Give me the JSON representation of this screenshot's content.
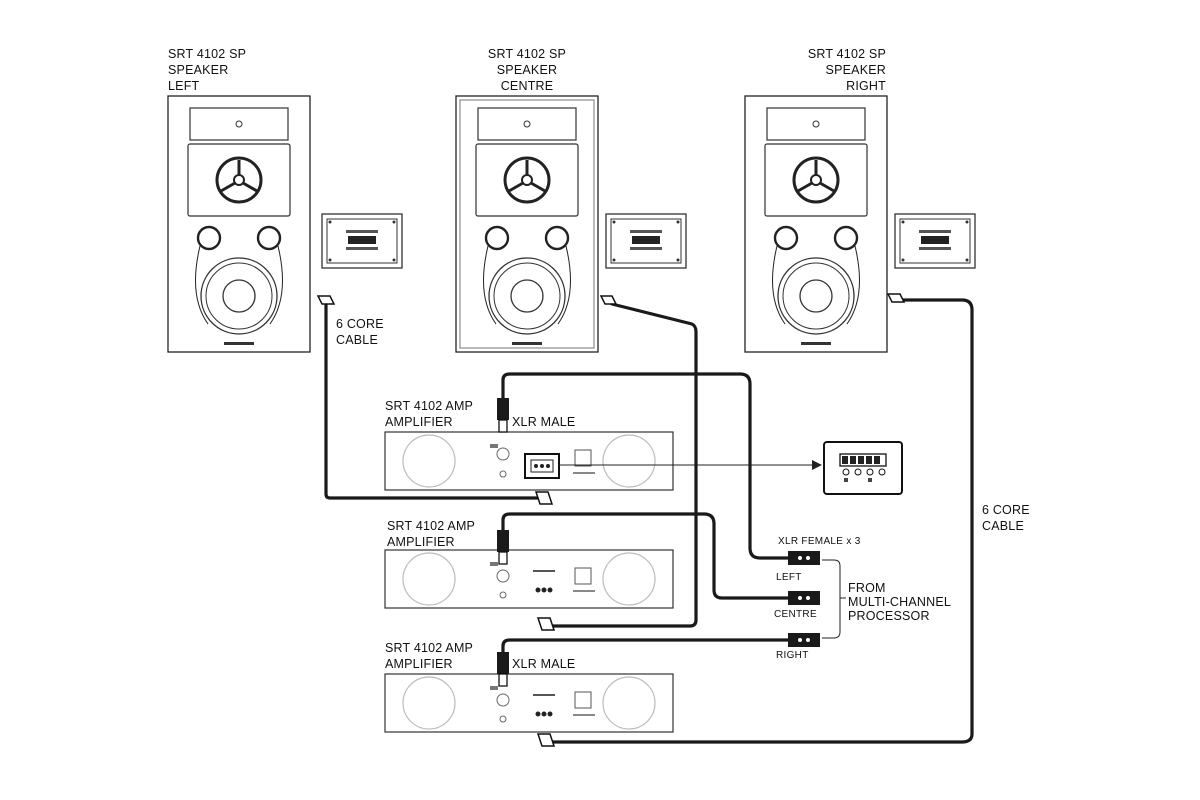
{
  "speakers": {
    "left": {
      "line1": "SRT 4102 SP",
      "line2": "SPEAKER",
      "line3": "LEFT"
    },
    "centre": {
      "line1": "SRT 4102 SP",
      "line2": "SPEAKER",
      "line3": "CENTRE"
    },
    "right": {
      "line1": "SRT 4102 SP",
      "line2": "SPEAKER",
      "line3": "RIGHT"
    }
  },
  "amplifiers": {
    "amp1": {
      "line1": "SRT 4102 AMP",
      "line2": "AMPLIFIER",
      "connector": "XLR MALE"
    },
    "amp2": {
      "line1": "SRT 4102 AMP",
      "line2": "AMPLIFIER"
    },
    "amp3": {
      "line1": "SRT 4102 AMP",
      "line2": "AMPLIFIER",
      "connector": "XLR MALE"
    }
  },
  "cables": {
    "left_cable": {
      "line1": "6 CORE",
      "line2": "CABLE"
    },
    "right_cable": {
      "line1": "6 CORE",
      "line2": "CABLE"
    }
  },
  "inputs": {
    "header": "XLR FEMALE x 3",
    "left": "LEFT",
    "centre": "CENTRE",
    "right": "RIGHT"
  },
  "source": {
    "line1": "FROM",
    "line2": "MULTI-CHANNEL",
    "line3": "PROCESSOR"
  },
  "colors": {
    "ink": "#1a1a1a",
    "background": "#ffffff"
  }
}
